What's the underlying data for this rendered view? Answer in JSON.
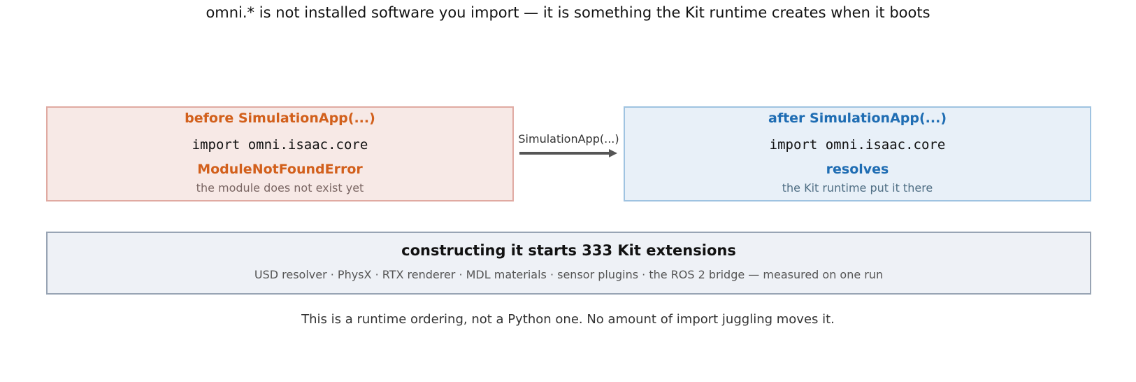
{
  "title": "omni.* is not installed software you import — it is something the Kit runtime creates when it boots",
  "before": {
    "heading": "before SimulationApp(...)",
    "code": "import omni.isaac.core",
    "status": "ModuleNotFoundError",
    "note": "the module does not exist yet",
    "accent_color": "#d2601c",
    "fill_color": "#f7e9e6",
    "border_color": "#e0aaa2"
  },
  "arrow": {
    "label": "SimulationApp(...)",
    "color": "#555555"
  },
  "after": {
    "heading": "after SimulationApp(...)",
    "code": "import omni.isaac.core",
    "status": "resolves",
    "note": "the Kit runtime put it there",
    "accent_color": "#1f6db3",
    "fill_color": "#e8f0f8",
    "border_color": "#9fc3e1"
  },
  "extensions": {
    "heading": "constructing it starts 333 Kit extensions",
    "list": "USD resolver · PhysX · RTX renderer · MDL materials · sensor plugins · the ROS 2 bridge — measured on one run"
  },
  "footer": "This is a runtime ordering, not a Python one. No amount of import juggling moves it."
}
